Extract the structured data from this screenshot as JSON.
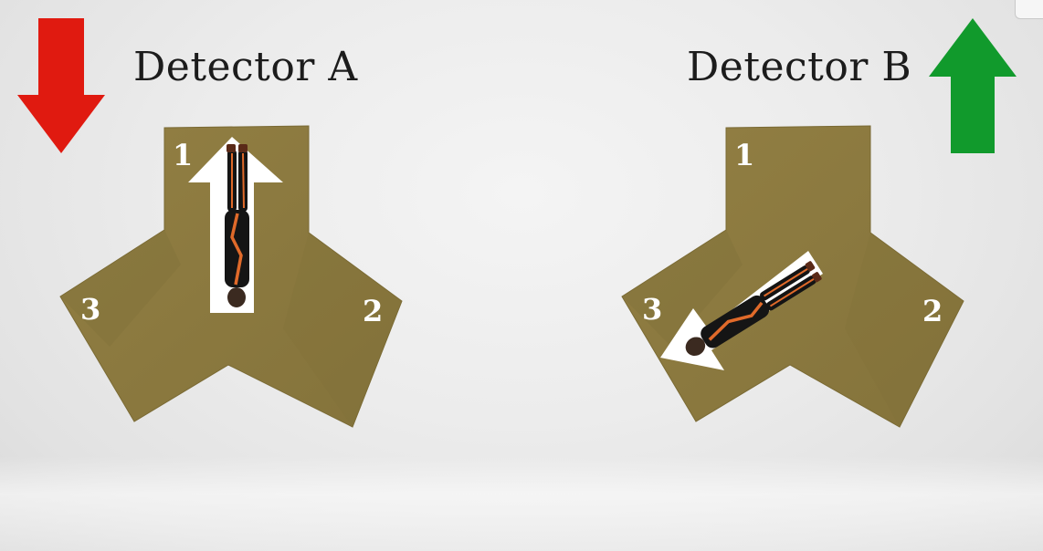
{
  "detector_a": {
    "title": "Detector A",
    "arm_labels": {
      "arm1": "1",
      "arm2": "2",
      "arm3": "3"
    },
    "indicator": {
      "direction": "down",
      "color": "#e01a10"
    },
    "track": {
      "arm": "1",
      "direction": "toward arm 1"
    }
  },
  "detector_b": {
    "title": "Detector B",
    "arm_labels": {
      "arm1": "1",
      "arm2": "2",
      "arm3": "3"
    },
    "indicator": {
      "direction": "up",
      "color": "#119a2c"
    },
    "track": {
      "arm": "3",
      "direction": "toward arm 3"
    }
  },
  "colors": {
    "detector_body": "#8c7a3f",
    "detector_edge": "#7a6a34",
    "track_arrow": "#ffffff",
    "text": "#1c1c1c"
  }
}
